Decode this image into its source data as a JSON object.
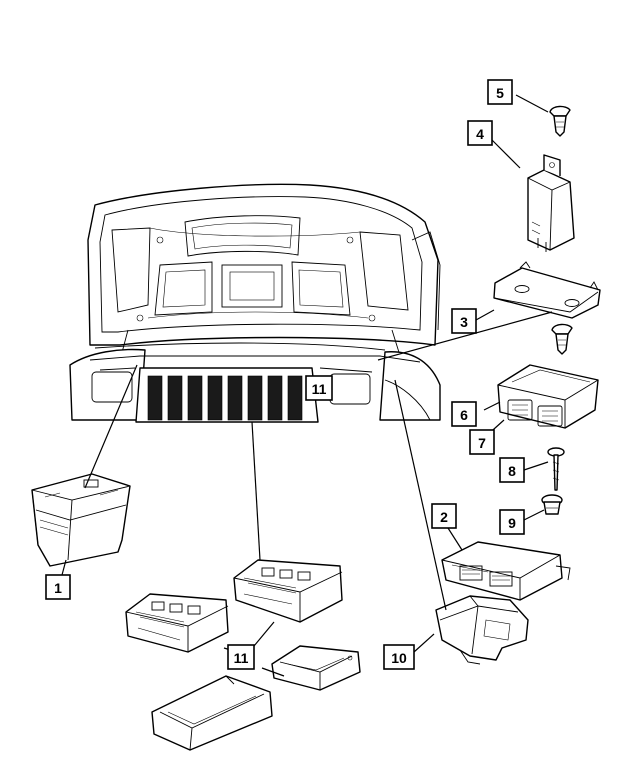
{
  "callouts": [
    {
      "id": "c1",
      "label": "1"
    },
    {
      "id": "c2",
      "label": "2"
    },
    {
      "id": "c3",
      "label": "3"
    },
    {
      "id": "c4",
      "label": "4"
    },
    {
      "id": "c5",
      "label": "5"
    },
    {
      "id": "c6",
      "label": "6"
    },
    {
      "id": "c7",
      "label": "7"
    },
    {
      "id": "c8",
      "label": "8"
    },
    {
      "id": "c9",
      "label": "9"
    },
    {
      "id": "c10",
      "label": "10"
    },
    {
      "id": "c11a",
      "label": "11"
    },
    {
      "id": "c11b",
      "label": "11"
    }
  ],
  "colors": {
    "line": "#000000",
    "background": "#ffffff"
  }
}
